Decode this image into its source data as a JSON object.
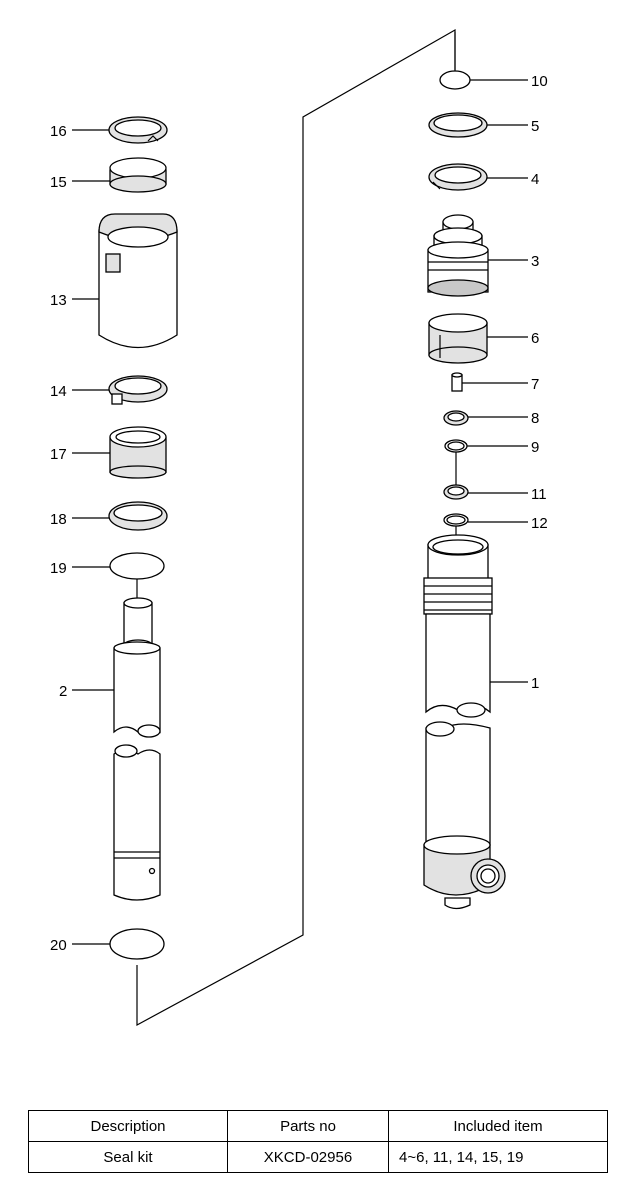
{
  "callouts": {
    "c1": "1",
    "c2": "2",
    "c3": "3",
    "c4": "4",
    "c5": "5",
    "c6": "6",
    "c7": "7",
    "c8": "8",
    "c9": "9",
    "c10": "10",
    "c11": "11",
    "c12": "12",
    "c13": "13",
    "c14": "14",
    "c15": "15",
    "c16": "16",
    "c17": "17",
    "c18": "18",
    "c19": "19",
    "c20": "20"
  },
  "table": {
    "headers": [
      "Description",
      "Parts no",
      "Included item"
    ],
    "rows": [
      [
        "Seal kit",
        "XKCD-02956",
        "4~6, 11, 14, 15, 19"
      ]
    ]
  }
}
